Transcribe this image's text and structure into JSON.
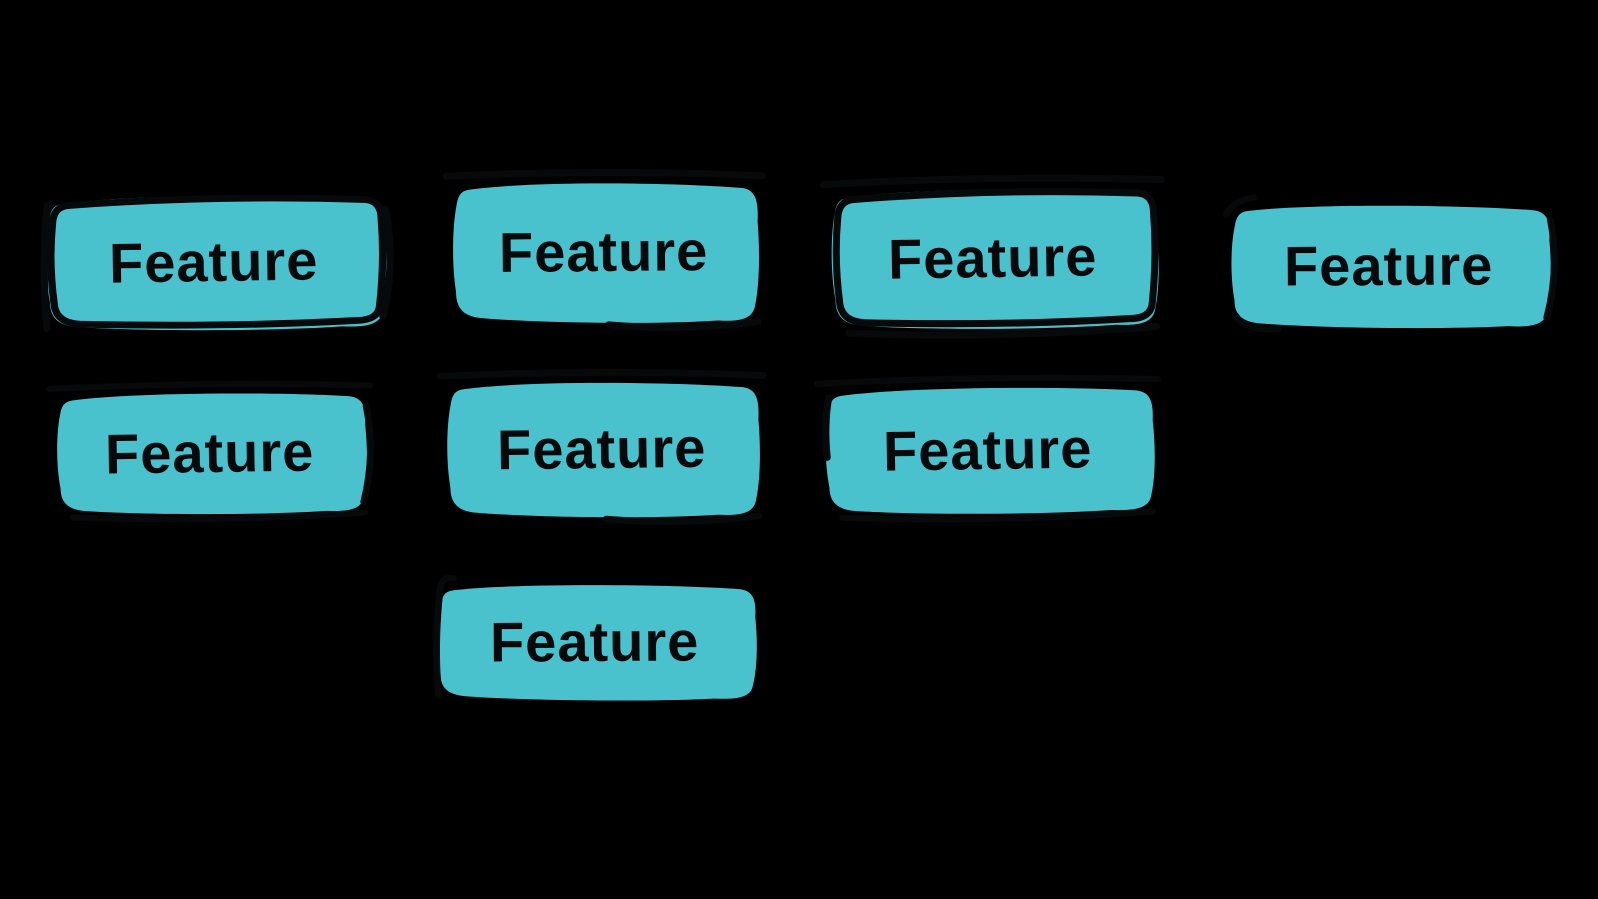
{
  "boxes": [
    {
      "label": "Feature"
    },
    {
      "label": "Feature"
    },
    {
      "label": "Feature"
    },
    {
      "label": "Feature"
    },
    {
      "label": "Feature"
    },
    {
      "label": "Feature"
    },
    {
      "label": "Feature"
    },
    {
      "label": "Feature"
    }
  ],
  "colors": {
    "teal": "#4ac2ce",
    "ink": "#08090a",
    "bg": "#000000"
  }
}
